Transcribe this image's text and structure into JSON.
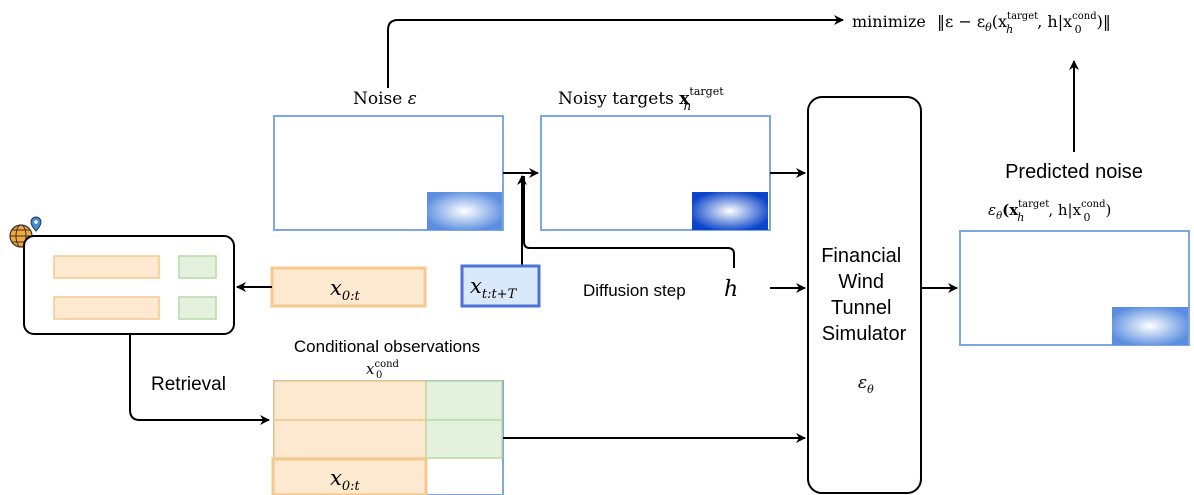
{
  "objective": {
    "prefix": "minimize",
    "formula": "‖ε − ε",
    "sub_theta": "θ",
    "formula_rest": "(x",
    "sup_target": "target",
    "sub_h": "h",
    "formula_mid": ", h|x",
    "sup_cond": "cond",
    "sub_0": "0",
    "formula_end": ")‖"
  },
  "noise": {
    "label": "Noise",
    "symbol": "ε"
  },
  "noisy_targets": {
    "label": "Noisy targets",
    "symbol": "x",
    "sup": "target",
    "sub": "h"
  },
  "diffusion_step": {
    "label": "Diffusion step",
    "symbol": "h"
  },
  "simulator": {
    "line1": "Financial",
    "line2": "Wind",
    "line3": "Tunnel",
    "line4": "Simulator",
    "symbol": "ε",
    "sub": "θ"
  },
  "predicted": {
    "label": "Predicted noise",
    "eps": "ε",
    "sub_theta": "θ",
    "open": "(x",
    "sup_target": "target",
    "sub_h": "h",
    "mid": ", h|x",
    "sup_cond": "cond",
    "sub_0": "0",
    "close": ")"
  },
  "history_box": {
    "symbol": "x",
    "sub": "0:t"
  },
  "future_box": {
    "symbol": "x",
    "sub": "t:t+T"
  },
  "conditional": {
    "label": "Conditional observations",
    "symbol": "x",
    "sup": "cond",
    "sub": "0"
  },
  "retrieval": {
    "label": "Retrieval"
  },
  "cond_history_box": {
    "symbol": "x",
    "sub": "0:t"
  },
  "colors": {
    "blue_border": "#7ea6e0",
    "orange_fill": "#fde8d0",
    "orange_border": "#f5c98e",
    "green_fill": "#e4f1dc",
    "green_border": "#b9d7a8",
    "dark_blue": "#4a72d9",
    "light_blue_fill": "#dae8fc"
  }
}
